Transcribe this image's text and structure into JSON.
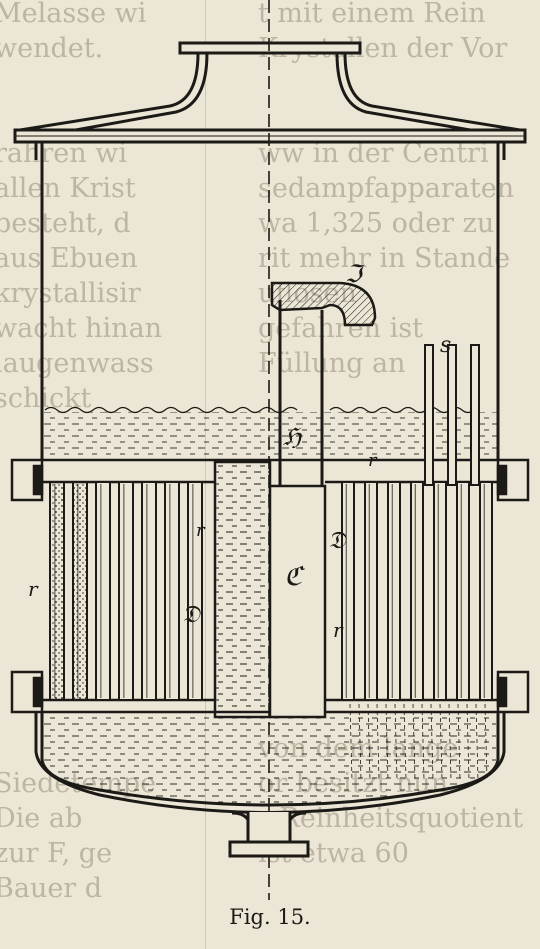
{
  "figure": {
    "caption": "Fig. 15.",
    "labels": {
      "hood": "ℑ",
      "pipe": "ℌ",
      "center": "ℭ",
      "d_left": "𝔇",
      "d_right": "𝔇",
      "r_outer_left": "r",
      "r_inner_left": "r",
      "r_right": "r",
      "r_top_right": "r",
      "s_tubes": "s"
    }
  },
  "background_text": {
    "left": [
      "Melasse wi",
      "wendet.",
      "",
      "",
      "rahren wi",
      "allen Krist",
      "besteht, d",
      "aus Ebuen",
      "krystallisir",
      "wacht hinan",
      "laugenwass",
      "schickt",
      "",
      "",
      "",
      "",
      "",
      "",
      "",
      "",
      "",
      "",
      "Siedetempe",
      "Die ab",
      "zur F, ge",
      "Bauer d"
    ],
    "right": [
      "t mit einem Rein",
      "Krystallen der Vor",
      "",
      "",
      "ww in der Centri",
      "sedampfapparaten",
      "wa 1,325 oder zu",
      "rit mehr in Stande",
      "uflösen",
      "gefahren ist",
      "Füllung an",
      "",
      "",
      "",
      "",
      "",
      "",
      "",
      "",
      "",
      "",
      "von dem lange",
      "or besitzt nun",
      "r Reinheitsquotient",
      "ist etwa 60"
    ]
  }
}
